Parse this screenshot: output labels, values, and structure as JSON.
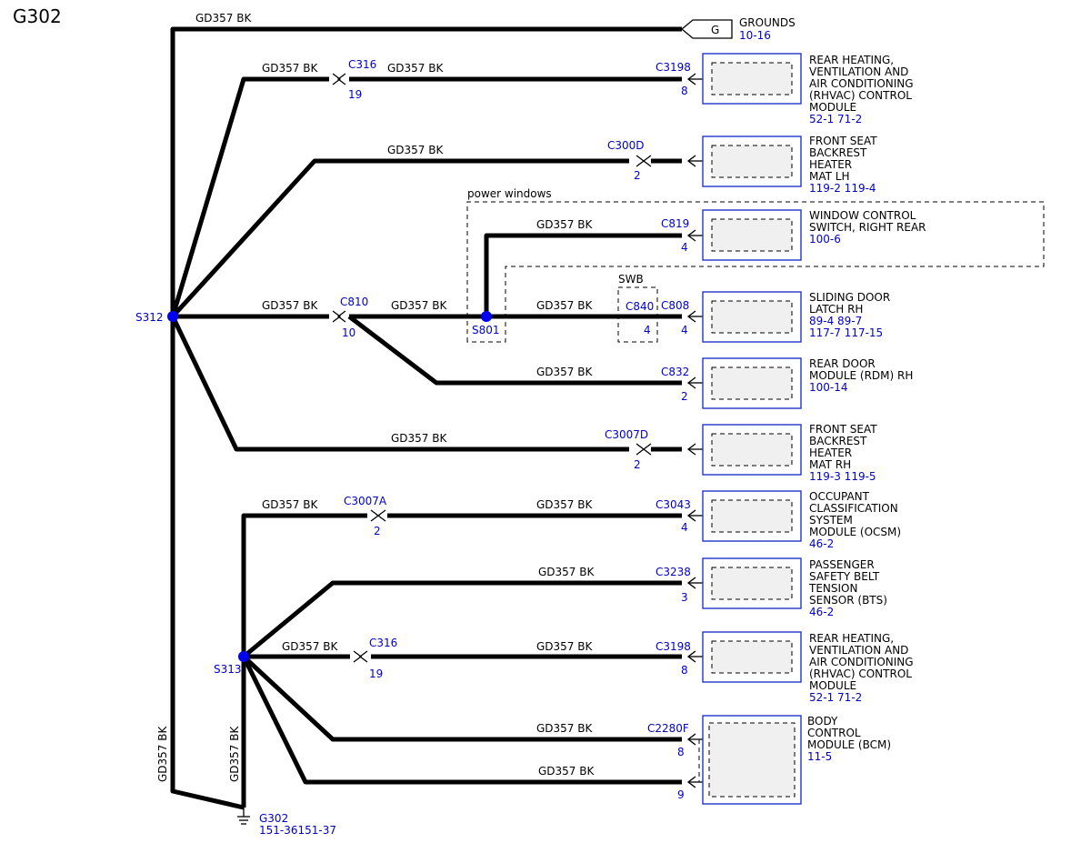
{
  "title": "G302",
  "wire_label": "GD357  BK",
  "grounds": {
    "label": "GROUNDS",
    "glyph": "G",
    "ref": "10-16"
  },
  "ground_point": {
    "name": "G302",
    "ref": "151-36151-37"
  },
  "splices": {
    "s312": "S312",
    "s313": "S313",
    "s801": "S801"
  },
  "power_windows_label": "power windows",
  "swb_label": "SWB",
  "connectors": {
    "c316_top": {
      "name": "C316",
      "pin": "19"
    },
    "c3198_top": {
      "name": "C3198",
      "pin": "8"
    },
    "c300d": {
      "name": "C300D",
      "pin": "2"
    },
    "c819": {
      "name": "C819",
      "pin": "4"
    },
    "c810": {
      "name": "C810",
      "pin": "10"
    },
    "c840": {
      "name": "C840",
      "pin": "4"
    },
    "c808": {
      "name": "C808",
      "pin": "4"
    },
    "c832": {
      "name": "C832",
      "pin": "2"
    },
    "c3007d": {
      "name": "C3007D",
      "pin": "2"
    },
    "c3007a": {
      "name": "C3007A",
      "pin": "2"
    },
    "c3043": {
      "name": "C3043",
      "pin": "4"
    },
    "c3238": {
      "name": "C3238",
      "pin": "3"
    },
    "c316_bottom": {
      "name": "C316",
      "pin": "19"
    },
    "c3198_bottom": {
      "name": "C3198",
      "pin": "8"
    },
    "c2280f": {
      "name": "C2280F",
      "pin_a": "8",
      "pin_b": "9"
    }
  },
  "components": {
    "rhvac_top": {
      "lines": [
        "REAR HEATING,",
        "VENTILATION AND",
        "AIR CONDITIONING",
        "(RHVAC) CONTROL",
        "MODULE"
      ],
      "ref": "52-1   71-2"
    },
    "seat_lh": {
      "lines": [
        "FRONT SEAT",
        "BACKREST",
        "HEATER",
        "MAT LH"
      ],
      "ref": "119-2 119-4"
    },
    "window_switch": {
      "lines": [
        "WINDOW CONTROL",
        "SWITCH, RIGHT REAR"
      ],
      "ref": "100-6"
    },
    "sliding_latch": {
      "lines": [
        "SLIDING DOOR",
        "LATCH RH"
      ],
      "ref": "89-4   89-7",
      "ref2": "117-7   117-15"
    },
    "rdm": {
      "lines": [
        "REAR DOOR",
        "MODULE (RDM) RH"
      ],
      "ref": "100-14"
    },
    "seat_rh": {
      "lines": [
        "FRONT SEAT",
        "BACKREST",
        "HEATER",
        "MAT RH"
      ],
      "ref": "119-3 119-5"
    },
    "ocsm": {
      "lines": [
        "OCCUPANT",
        "CLASSIFICATION",
        "SYSTEM",
        "MODULE (OCSM)"
      ],
      "ref": "46-2"
    },
    "bts": {
      "lines": [
        "PASSENGER",
        "SAFETY BELT",
        "TENSION",
        "SENSOR (BTS)"
      ],
      "ref": "46-2"
    },
    "rhvac_bottom": {
      "lines": [
        "REAR HEATING,",
        "VENTILATION AND",
        "AIR CONDITIONING",
        "(RHVAC) CONTROL",
        "MODULE"
      ],
      "ref": "52-1   71-2"
    },
    "bcm": {
      "lines": [
        "BODY",
        "CONTROL",
        "MODULE (BCM)"
      ],
      "ref": "11-5"
    }
  },
  "colors": {
    "wire": "#000000",
    "blue_text": "#0000cc",
    "component_border": "#1f36c8",
    "splice": "#0000ee",
    "component_fill": "#f0f0f0"
  }
}
